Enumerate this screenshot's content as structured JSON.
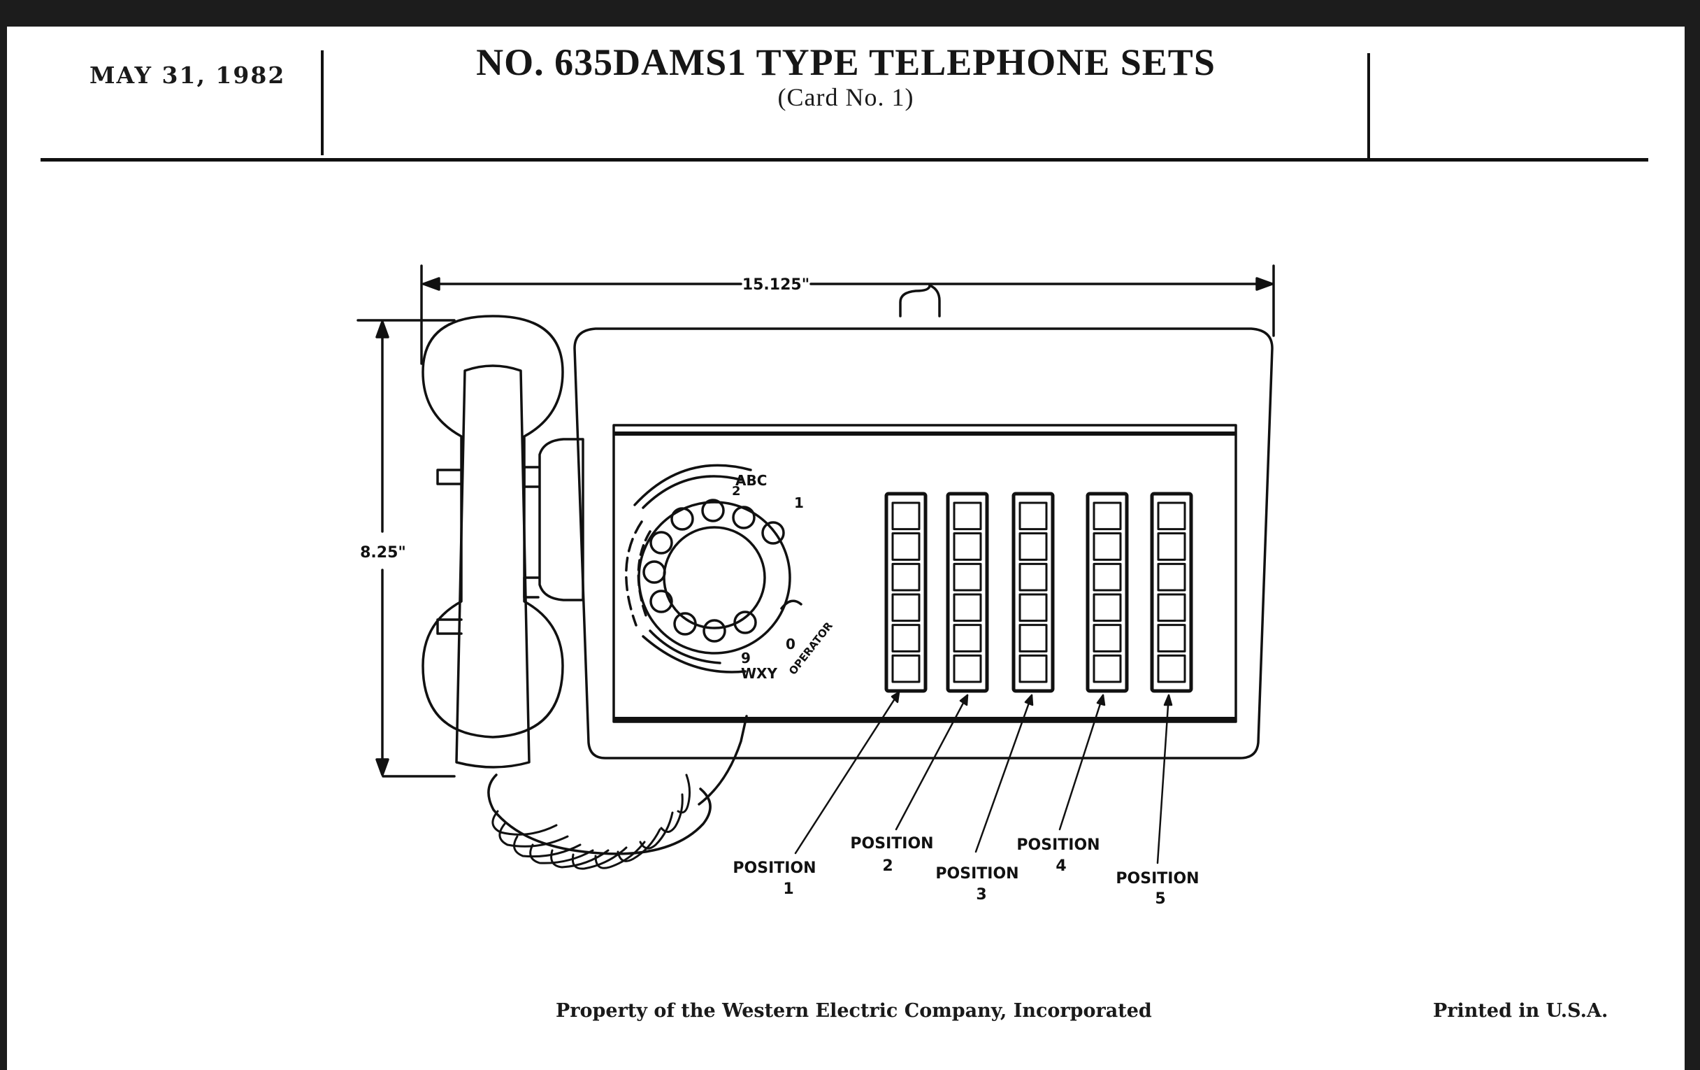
{
  "header": {
    "date": "MAY 31, 1982",
    "title": "NO. 635DAMS1 TYPE TELEPHONE SETS",
    "subtitle": "(Card No. 1)"
  },
  "drawing": {
    "width_dimension": "15.125\"",
    "height_dimension": "8.25\"",
    "dial_labels": {
      "abc": "ABC",
      "two": "2",
      "one": "1",
      "nine": "9",
      "wxy": "WXY",
      "zero": "0",
      "operator": "OPERATOR"
    },
    "position_callouts": [
      {
        "label": "POSITION",
        "number": "1"
      },
      {
        "label": "POSITION",
        "number": "2"
      },
      {
        "label": "POSITION",
        "number": "3"
      },
      {
        "label": "POSITION",
        "number": "4"
      },
      {
        "label": "POSITION",
        "number": "5"
      }
    ]
  },
  "footer": {
    "property_notice": "Property of the Western Electric Company, Incorporated",
    "printed": "Printed in U.S.A."
  }
}
